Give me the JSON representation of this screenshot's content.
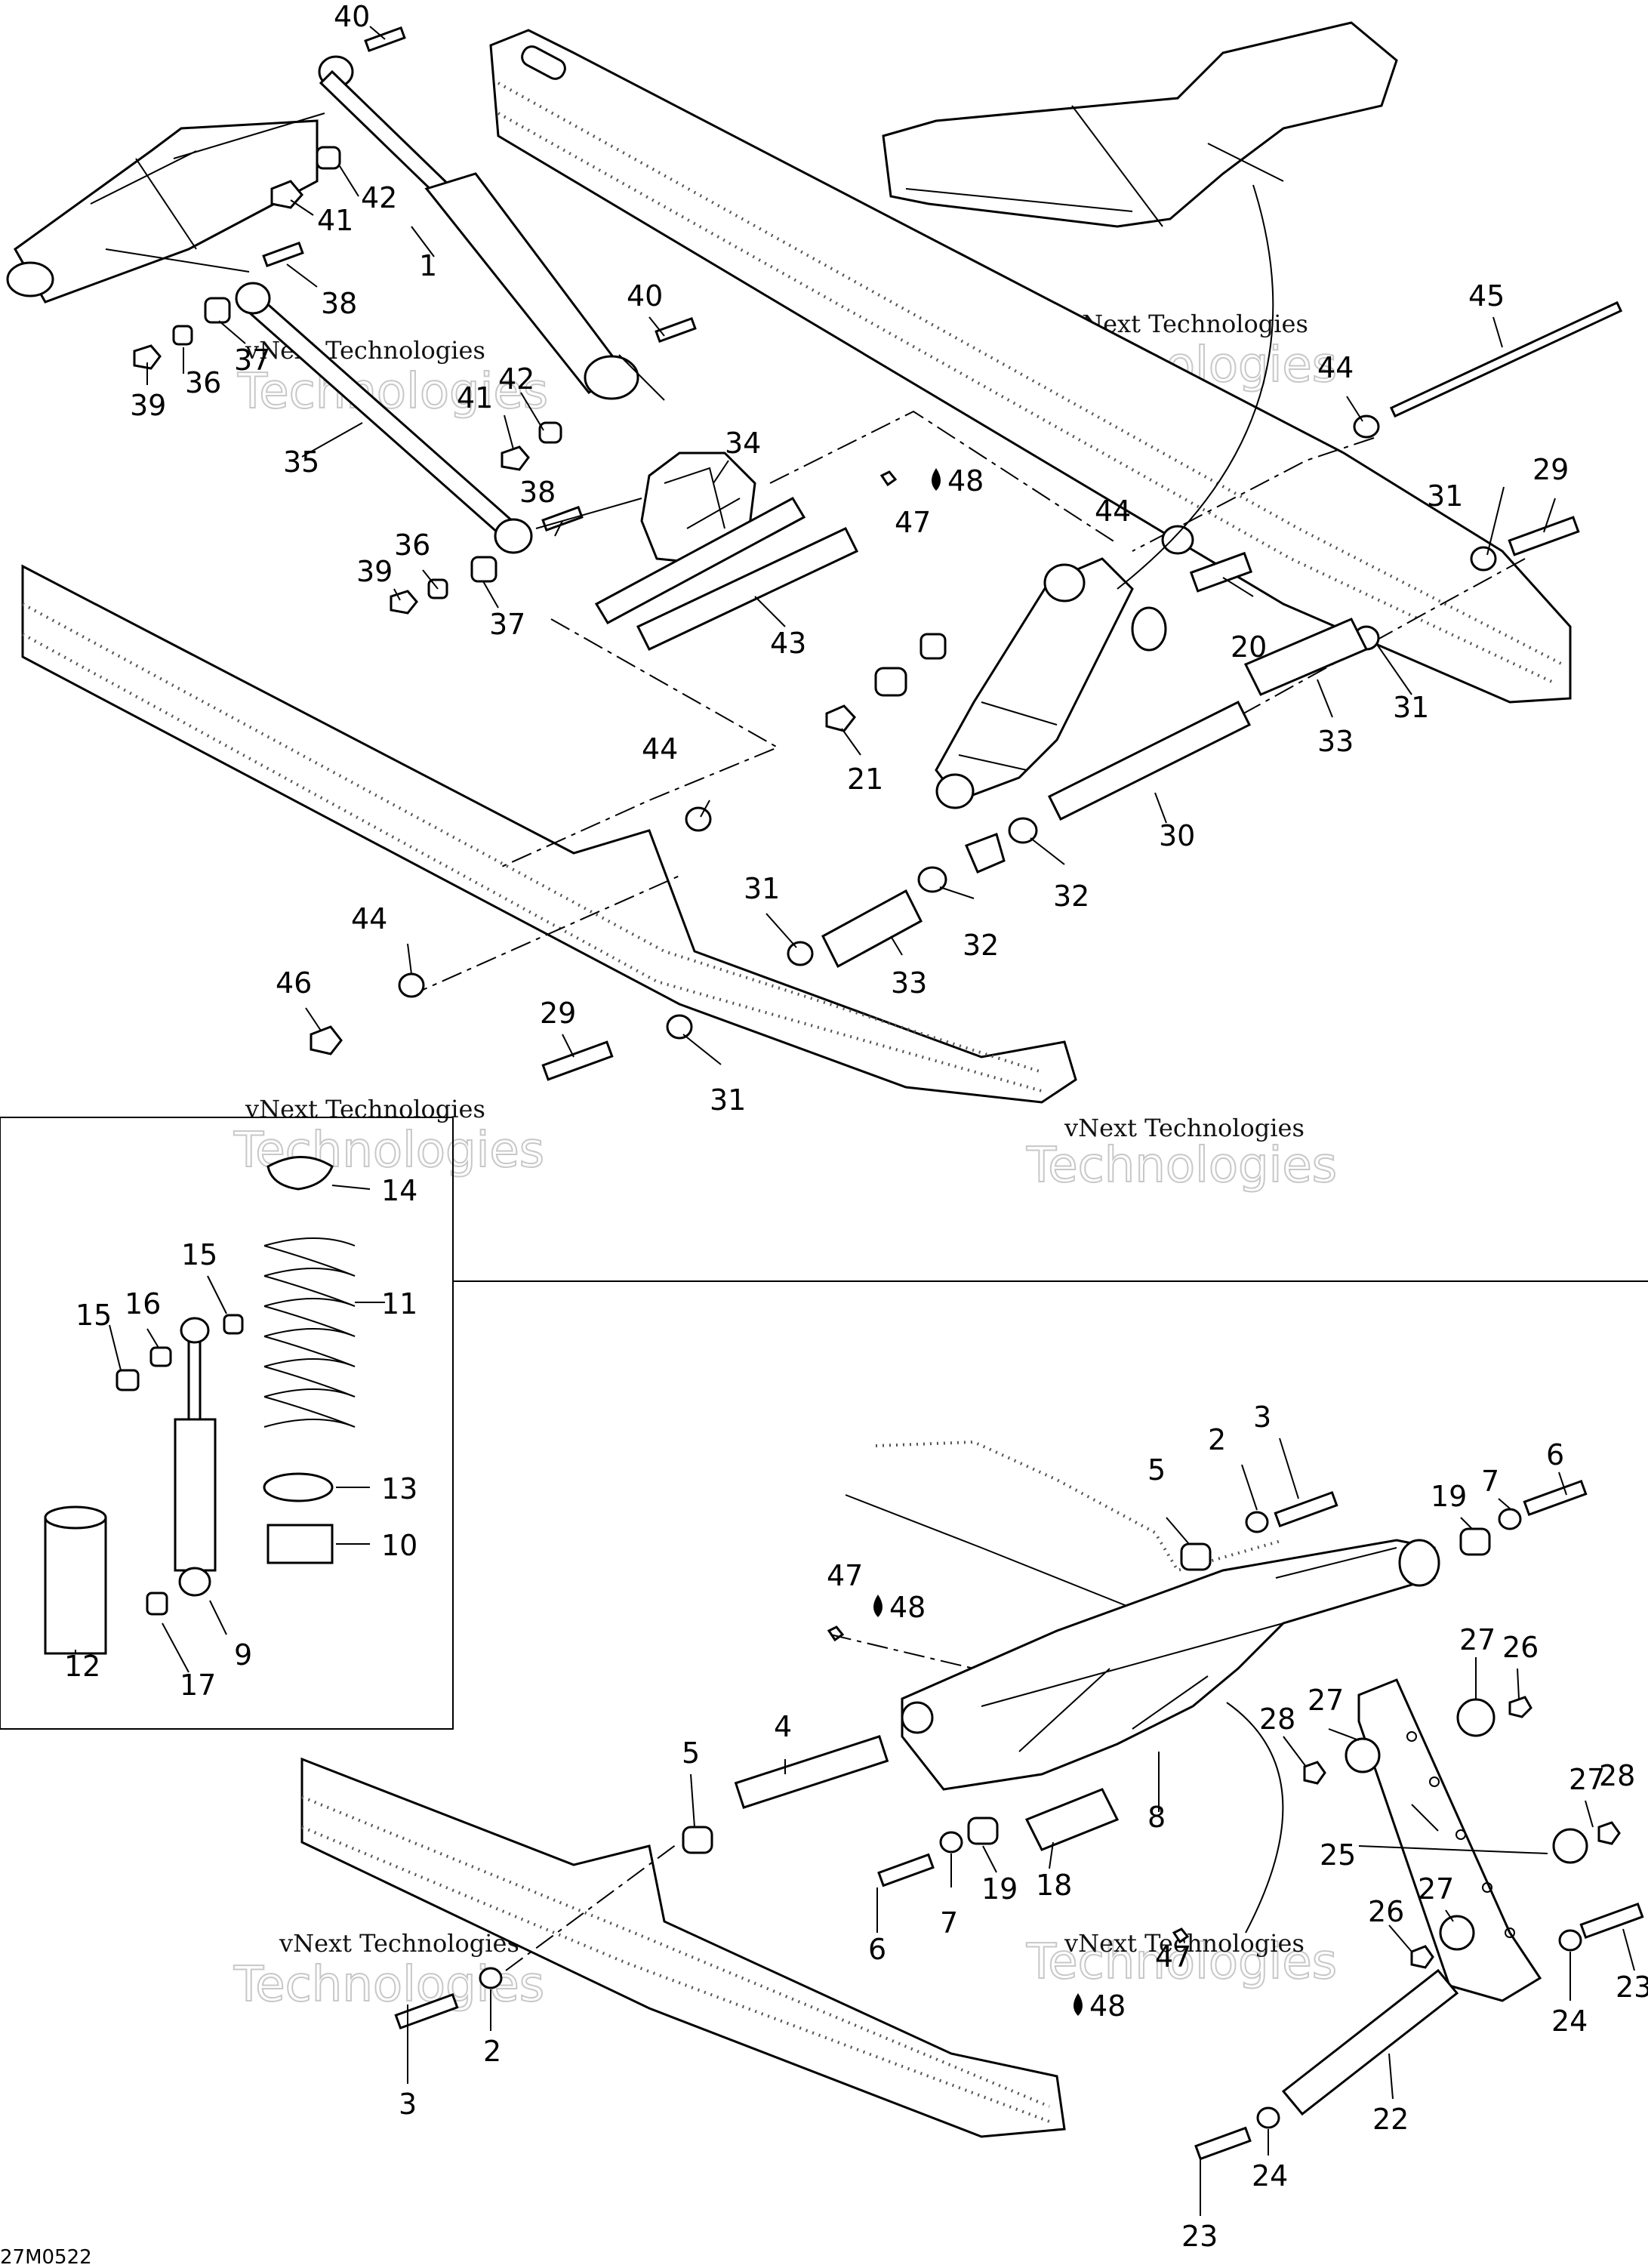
{
  "reference_code": "27M0522",
  "watermark": {
    "line1": "vNext Technologies",
    "line2": "Technologies"
  },
  "lubricant_mark": "48",
  "callouts": {
    "c40a": "40",
    "c42a": "42",
    "c41a": "41",
    "c38a": "38",
    "c1": "1",
    "c37a": "37",
    "c36a": "36",
    "c39a": "39",
    "c35": "35",
    "c40b": "40",
    "c42b": "42",
    "c41b": "41",
    "c34": "34",
    "c47a": "47",
    "c48a": "48",
    "c38b": "38",
    "c36b": "36",
    "c39b": "39",
    "c37b": "37",
    "c43": "43",
    "c45": "45",
    "c44a": "44",
    "c29a": "29",
    "c31a": "31",
    "c44b": "44",
    "c20": "20",
    "c31b": "31",
    "c33a": "33",
    "c21": "21",
    "c30": "30",
    "c32a": "32",
    "c44c": "44",
    "c31c": "31",
    "c32b": "32",
    "c33b": "33",
    "c44d": "44",
    "c46": "46",
    "c29b": "29",
    "c31d": "31",
    "c14": "14",
    "c11": "11",
    "c15a": "15",
    "c15b": "15",
    "c16": "16",
    "c13": "13",
    "c10": "10",
    "c12": "12",
    "c9": "9",
    "c17": "17",
    "c3a": "3",
    "c2a": "2",
    "c5a": "5",
    "c6a": "6",
    "c7a": "7",
    "c19a": "19",
    "c47b": "47",
    "c48b": "48",
    "c27a": "27",
    "c26a": "26",
    "c28a": "28",
    "c27b": "27",
    "c4": "4",
    "c5b": "5",
    "c8": "8",
    "c18": "18",
    "c19b": "19",
    "c7b": "7",
    "c6b": "6",
    "c27c": "27",
    "c28b": "28",
    "c25": "25",
    "c27d": "27",
    "c26b": "26",
    "c23a": "23",
    "c24a": "24",
    "c47c": "47",
    "c48c": "48",
    "c2b": "2",
    "c3b": "3",
    "c22": "22",
    "c24b": "24",
    "c23b": "23"
  }
}
